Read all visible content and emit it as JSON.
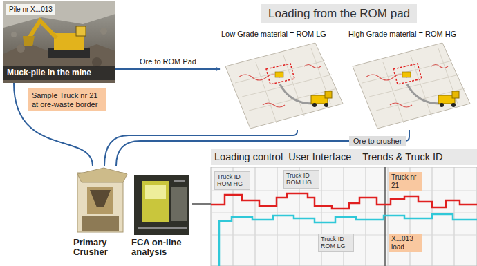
{
  "diagram": {
    "title": "Loading from the ROM pad",
    "nodes": [
      {
        "text": [
          "Muck-pile in the mine"
        ]
      },
      {
        "text": [
          "Pile nr X...013"
        ],
        "in": 0
      },
      {
        "text": [
          "Sample Truck nr 21 at ore-waste border"
        ]
      },
      {
        "text": [
          "Low Grade material = ROM LG"
        ]
      },
      {
        "text": [
          "High Grade material = ROM HG"
        ]
      },
      {
        "text": [
          "Primary Crusher"
        ]
      },
      {
        "text": [
          "FCA on-line analysis"
        ]
      },
      {
        "text": [
          "Loading control  User Interface – Trends & Truck ID"
        ]
      },
      {
        "text": [
          "Truck ID ROM HG"
        ],
        "in": 7
      },
      {
        "text": [
          "Truck ID ROM HG"
        ],
        "in": 7
      },
      {
        "text": [
          "Truck nr 21"
        ],
        "in": 7
      },
      {
        "text": [
          "Truck ID ROM LG"
        ],
        "in": 7
      },
      {
        "text": [
          "X...013 load"
        ],
        "in": 7
      }
    ],
    "edges": [
      {
        "from": 0,
        "to": 3,
        "arrow": "to",
        "label": "Ore to ROM Pad"
      },
      {
        "from": 0,
        "to": 5,
        "arrow": "none"
      },
      {
        "from": 3,
        "to": 5,
        "arrow": "none"
      },
      {
        "from": 4,
        "to": 5,
        "arrow": "none",
        "label": "Ore to crusher"
      },
      {
        "from": 6,
        "to": 7,
        "arrow": "none"
      }
    ]
  }
}
